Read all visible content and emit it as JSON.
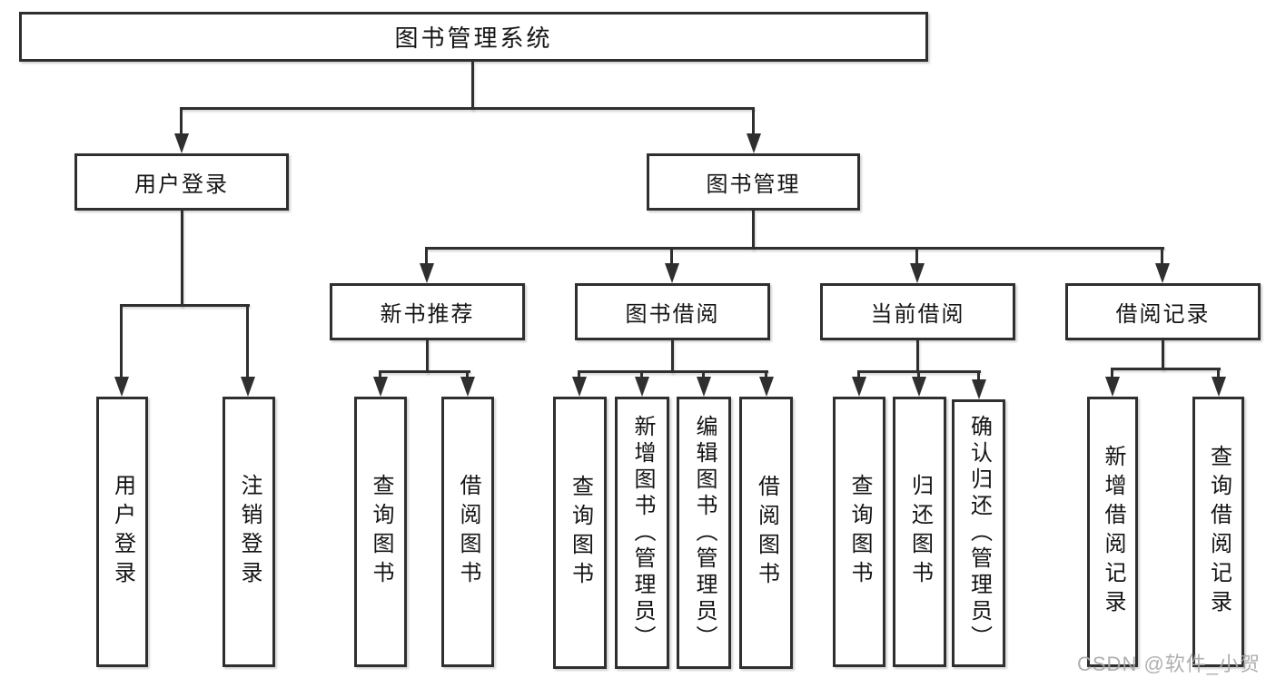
{
  "colors": {
    "line": "#2f2f2f",
    "text": "#141414",
    "background": "#ffffff",
    "watermark": "#a8a8a8"
  },
  "watermark": {
    "text": "CSDN @软件_小贺同学"
  },
  "tree": {
    "label": "图书管理系统",
    "children": [
      {
        "label": "用户登录",
        "children": [
          {
            "label": "用户登录"
          },
          {
            "label": "注销登录"
          }
        ]
      },
      {
        "label": "图书管理",
        "children": [
          {
            "label": "新书推荐",
            "children": [
              {
                "label": "查询图书"
              },
              {
                "label": "借阅图书"
              }
            ]
          },
          {
            "label": "图书借阅",
            "children": [
              {
                "label": "查询图书"
              },
              {
                "label": "新增图书（管理员）"
              },
              {
                "label": "编辑图书（管理员）"
              },
              {
                "label": "借阅图书"
              }
            ]
          },
          {
            "label": "当前借阅",
            "children": [
              {
                "label": "查询图书"
              },
              {
                "label": "归还图书"
              },
              {
                "label": "确认归还（管理员）"
              }
            ]
          },
          {
            "label": "借阅记录",
            "children": [
              {
                "label": "新增借阅记录"
              },
              {
                "label": "查询借阅记录"
              }
            ]
          }
        ]
      }
    ]
  }
}
